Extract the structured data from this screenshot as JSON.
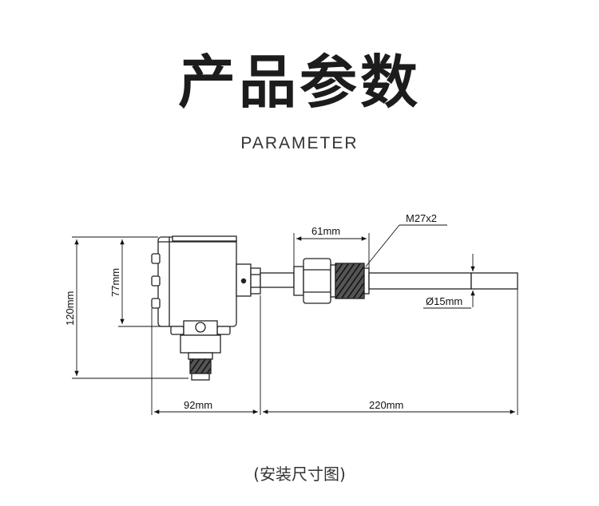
{
  "header": {
    "title": "产品参数",
    "subtitle": "PARAMETER"
  },
  "dimensions": {
    "d_61": "61mm",
    "thread": "M27x2",
    "diameter": "Ø15mm",
    "height_120": "120mm",
    "height_77": "77mm",
    "width_92": "92mm",
    "length_220": "220mm"
  },
  "footer": {
    "caption": "(安装尺寸图)"
  }
}
